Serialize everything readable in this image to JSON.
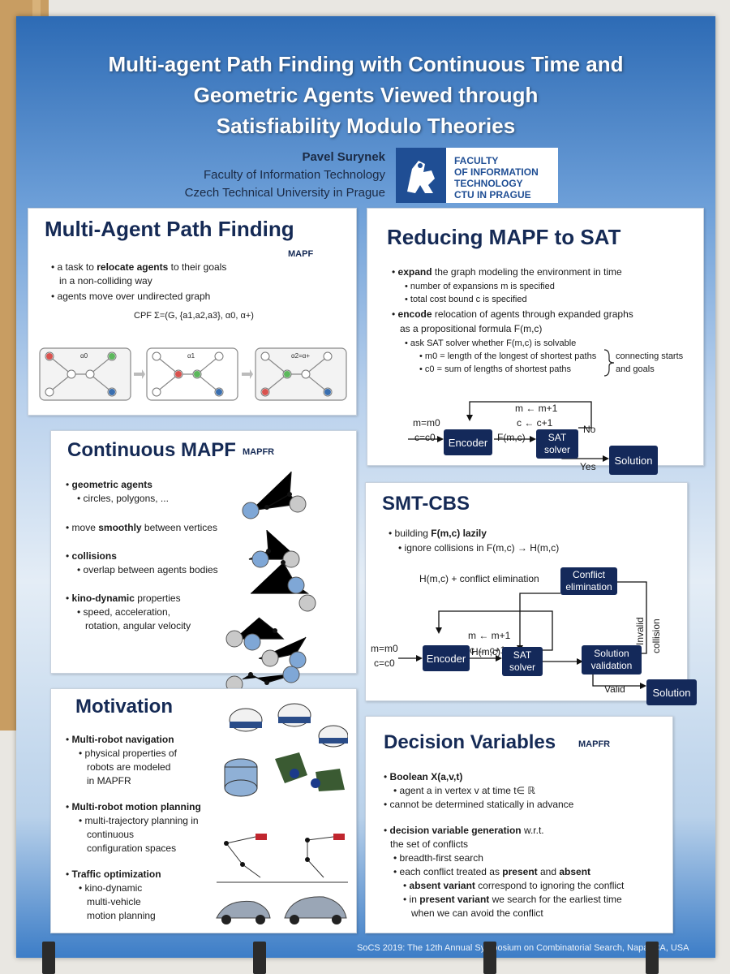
{
  "header": {
    "title_lines": [
      "Multi-agent Path Finding with Continuous Time and",
      "Geometric Agents Viewed through",
      "Satisfiability Modulo Theories"
    ],
    "author": "Pavel Surynek",
    "affiliation_1": "Faculty of Information Technology",
    "affiliation_2": "Czech Technical University in Prague",
    "logo_lines": [
      "FACULTY",
      "OF INFORMATION",
      "TECHNOLOGY",
      "CTU IN PRAGUE"
    ]
  },
  "mapf": {
    "title": "Multi-Agent Path Finding",
    "tag": "MAPF",
    "bullet1a": "a task to ",
    "bullet1b": "relocate agents",
    "bullet1c": " to their goals",
    "bullet1d": "in a non-colliding way",
    "bullet2": "agents move over undirected graph",
    "formula": "CPF Σ=(G, {a1,a2,a3}, α0, α+)",
    "graph_labels": [
      "α0",
      "α1",
      "α2=α+"
    ]
  },
  "continuous": {
    "title": "Continuous MAPF",
    "tag": "MAPFR",
    "b1": "geometric agents",
    "b1s": "circles, polygons, ...",
    "b2a": "move ",
    "b2b": "smoothly",
    "b2c": " between vertices",
    "b3": "collisions",
    "b3s": "overlap between agents bodies",
    "b4a": "kino-dynamic",
    "b4b": " properties",
    "b4s1": "speed, acceleration,",
    "b4s2": "rotation, angular velocity"
  },
  "motivation": {
    "title": "Motivation",
    "b1": "Multi-robot navigation",
    "b1s1": "physical properties of",
    "b1s2": "robots are modeled",
    "b1s3": "in MAPFR",
    "b2": "Multi-robot motion planning",
    "b2s1": "multi-trajectory planning in",
    "b2s2": "continuous",
    "b2s3": "configuration spaces",
    "b3": "Traffic optimization",
    "b3s1": "kino-dynamic",
    "b3s2": "multi-vehicle",
    "b3s3": "motion planning"
  },
  "sat": {
    "title": "Reducing MAPF to SAT",
    "b1a": "expand",
    "b1b": " the graph modeling the environment in time",
    "b1s1": "number of expansions m is specified",
    "b1s2": "total cost bound c is specified",
    "b2a": "encode",
    "b2b": " relocation of agents through expanded graphs",
    "b2c": "as a propositional formula F(m,c)",
    "b2s1": "ask SAT solver whether F(m,c) is solvable",
    "b2s2": "m0 = length of the longest of shortest paths",
    "b2s3": "c0 = sum of lengths of shortest paths",
    "brace_1": "connecting starts",
    "brace_2": "and goals",
    "d_m": "m=m0",
    "d_c": "c=c0",
    "d_update_m": "m ← m+1",
    "d_update_c": "c ← c+1",
    "d_encoder": "Encoder",
    "d_fmc": "F(m,c)",
    "d_sat1": "SAT",
    "d_sat2": "solver",
    "d_no": "No",
    "d_yes": "Yes",
    "d_solution": "Solution"
  },
  "smt": {
    "title": "SMT-CBS",
    "b1a": "building ",
    "b1b": "F(m,c) lazily",
    "b1s": "ignore collisions in F(m,c) → H(m,c)",
    "label_hmc": "H(m,c) + conflict elimination",
    "conflict1": "Conflict",
    "conflict2": "elimination",
    "invalid": "Invalid",
    "collision": "collision",
    "d_m": "m=m0",
    "d_c": "c=c0",
    "d_update_m": "m ← m+1",
    "d_update_c": "c ← c+1",
    "d_encoder": "Encoder",
    "d_hmc": "H(m,c)",
    "d_sat1": "SAT",
    "d_sat2": "solver",
    "val1": "Solution",
    "val2": "validation",
    "valid": "Valid",
    "solution": "Solution"
  },
  "decision": {
    "title": "Decision Variables",
    "tag": "MAPFR",
    "b1": "Boolean X(a,v,t)",
    "b1s": "agent a in vertex v at time t∈ ℝ",
    "b2": "cannot be determined statically in advance",
    "b3a": "decision variable generation",
    "b3b": " w.r.t.",
    "b3c": "the set of conflicts",
    "b3s1": "breadth-first search",
    "b3s2a": "each conflict treated as ",
    "b3s2b": "present",
    "b3s2c": " and ",
    "b3s2d": "absent",
    "b3s3a": "absent variant",
    "b3s3b": " correspond to ignoring the conflict",
    "b3s4a": "in ",
    "b3s4b": "present variant",
    "b3s4c": " we search for the earliest time",
    "b3s5": "when we can avoid the conflict"
  },
  "footer": "SoCS 2019: The 12th Annual Symposium on Combinatorial Search, Napa, CA, USA",
  "colors": {
    "poster_blue": "#2d6bb5",
    "heading": "#152a55",
    "box": "#14295a"
  }
}
